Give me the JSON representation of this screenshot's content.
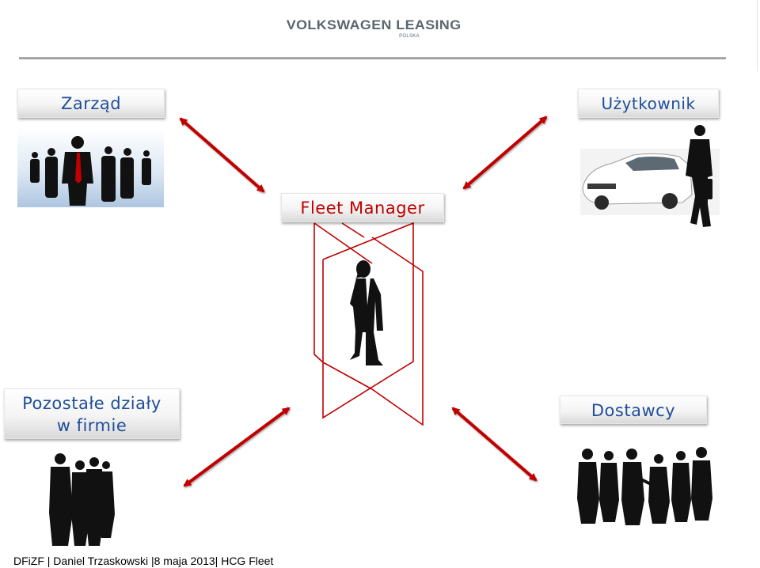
{
  "header": {
    "logo_main": "VOLKSWAGEN LEASING",
    "logo_sub": "POLSKA"
  },
  "boxes": {
    "zarzad": "Zarząd",
    "uzytkownik": "Użytkownik",
    "fleet_manager": "Fleet Manager",
    "pozostale_line1": "Pozostałe działy",
    "pozostale_line2": "w firmie",
    "dostawcy": "Dostawcy"
  },
  "footer": {
    "text": "DFiZF | Daniel Trzaskowski |8 maja 2013| HCG Fleet"
  },
  "colors": {
    "arrow": "#c00000",
    "label_blue": "#1f4e99",
    "label_red": "#c00000",
    "silhouette": "#111111"
  }
}
